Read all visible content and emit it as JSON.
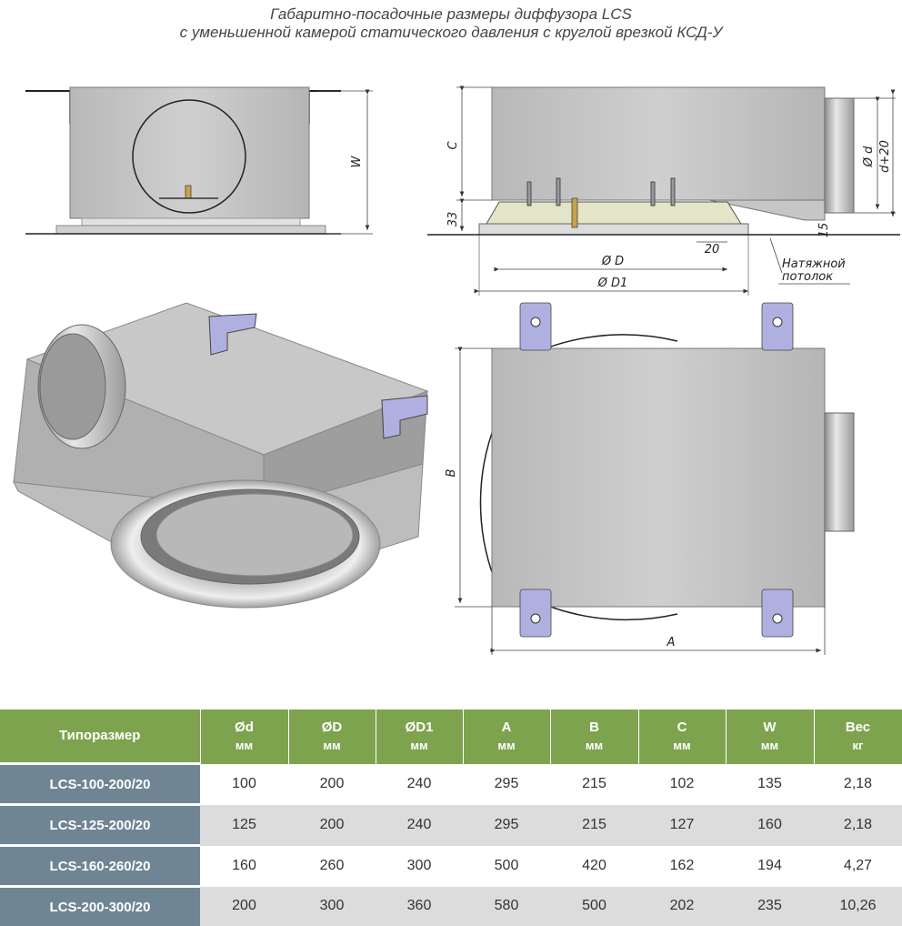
{
  "title": {
    "line1": "Габаритно-посадочные размеры диффузора LCS",
    "line2": "с уменьшенной камерой статического давления с круглой врезкой КСД-У"
  },
  "drawing_labels": {
    "W": "W",
    "C": "C",
    "h33": "33",
    "d": "Ø d",
    "d20": "d+20",
    "h15": "15",
    "w20": "20",
    "D": "Ø D",
    "D1": "Ø D1",
    "ceiling": "Натяжной потолок",
    "A": "A",
    "B": "B"
  },
  "colors": {
    "header_green": "#7ea34f",
    "model_slate": "#6f8594",
    "zebra_gray": "#dcdcdc",
    "body_gray": "#bfbfbf"
  },
  "table": {
    "headers": [
      {
        "name": "Типоразмер",
        "unit": ""
      },
      {
        "name": "Ød",
        "unit": "мм"
      },
      {
        "name": "ØD",
        "unit": "мм"
      },
      {
        "name": "ØD1",
        "unit": "мм"
      },
      {
        "name": "A",
        "unit": "мм"
      },
      {
        "name": "B",
        "unit": "мм"
      },
      {
        "name": "C",
        "unit": "мм"
      },
      {
        "name": "W",
        "unit": "мм"
      },
      {
        "name": "Вес",
        "unit": "кг"
      }
    ],
    "rows": [
      [
        "LCS-100-200/20",
        "100",
        "200",
        "240",
        "295",
        "215",
        "102",
        "135",
        "2,18"
      ],
      [
        "LCS-125-200/20",
        "125",
        "200",
        "240",
        "295",
        "215",
        "127",
        "160",
        "2,18"
      ],
      [
        "LCS-160-260/20",
        "160",
        "260",
        "300",
        "500",
        "420",
        "162",
        "194",
        "4,27"
      ],
      [
        "LCS-200-300/20",
        "200",
        "300",
        "360",
        "580",
        "500",
        "202",
        "235",
        "10,26"
      ]
    ]
  }
}
